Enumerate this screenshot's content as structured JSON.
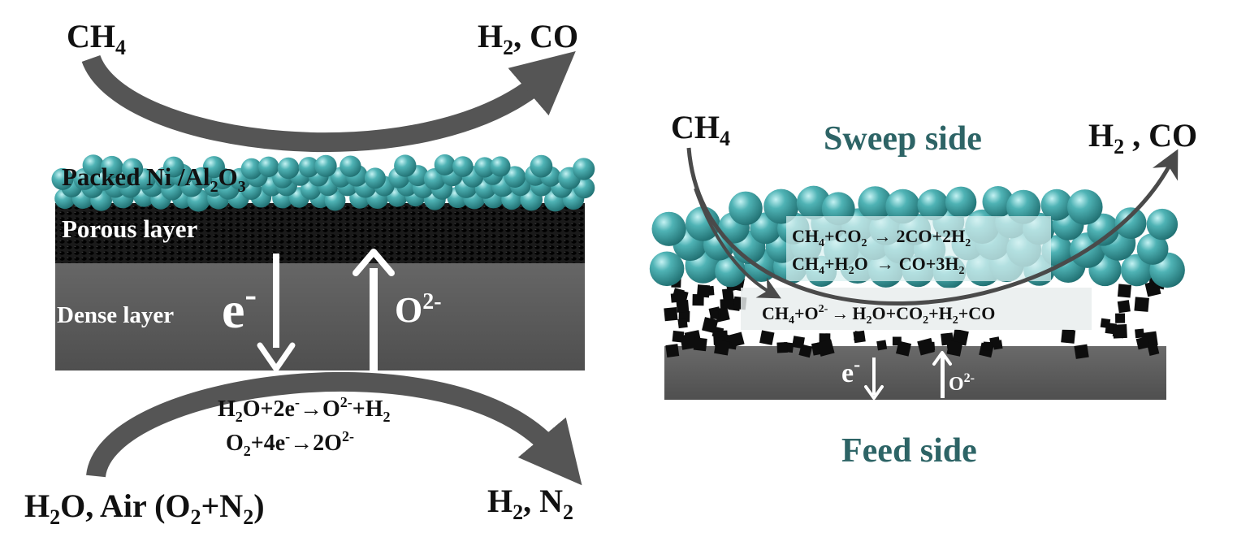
{
  "left_panel": {
    "top_inlet": {
      "species": "CH",
      "sub": "4"
    },
    "top_outlet": {
      "a": "H",
      "a_sub": "2",
      "b": ", CO"
    },
    "packed_label": {
      "a": "Packed Ni /Al",
      "a_sub": "2",
      "b": "O",
      "b_sub": "3"
    },
    "porous_label": "Porous layer",
    "dense_label": "Dense layer",
    "electron_symbol": "e",
    "electron_charge": "-",
    "oxide_symbol": "O",
    "oxide_charge": "2-",
    "reaction_1": {
      "p1": "H",
      "s1": "2",
      "p2": "O+2e",
      "sup1": "-",
      "arrow": "→",
      "p3": "O",
      "sup2": "2-",
      "p4": "+H",
      "s2": "2"
    },
    "reaction_2": {
      "p1": "O",
      "s1": "2",
      "p2": "+4e",
      "sup1": "-",
      "arrow": "→",
      "p3": "2O",
      "sup2": "2-"
    },
    "bottom_inlet": {
      "p1": "H",
      "s1": "2",
      "p2": "O, Air (O",
      "s2": "2",
      "p3": "+N",
      "s3": "2",
      "p4": ")"
    },
    "bottom_outlet": {
      "p1": "H",
      "s1": "2",
      "p2": ", N",
      "s2": "2"
    }
  },
  "right_panel": {
    "inlet": {
      "species": "CH",
      "sub": "4"
    },
    "sweep_label": "Sweep side",
    "outlet": {
      "a": "H",
      "a_sub": "2",
      "b": " , CO"
    },
    "reaction_1": {
      "p1": "CH",
      "s1": "4",
      "p2": "+CO",
      "s2": "2",
      "arrow": "→",
      "p3": "2CO+2H",
      "s3": "2"
    },
    "reaction_2": {
      "p1": "CH",
      "s1": "4",
      "p2": "+H",
      "s2": "2",
      "p3": "O",
      "arrow": "→",
      "p4": "CO+3H",
      "s4": "2"
    },
    "reaction_3": {
      "p1": "CH",
      "s1": "4",
      "p2": "+O",
      "sup1": "2-",
      "arrow": "→",
      "p3": "H",
      "s3": "2",
      "p4": "O+CO",
      "s4": "2",
      "p5": "+H",
      "s5": "2",
      "p6": "+CO"
    },
    "electron_symbol": "e",
    "electron_charge": "-",
    "oxide_symbol": "O",
    "oxide_charge": "2-",
    "feed_label": "Feed side"
  },
  "colors": {
    "sphere": "#3a9ea0",
    "sphere_highlight": "#bfeff0",
    "dense_layer": "#5f5f5f",
    "porous_layer": "#111111",
    "flow_arrow": "#555555",
    "label_teal": "#2d6466"
  }
}
